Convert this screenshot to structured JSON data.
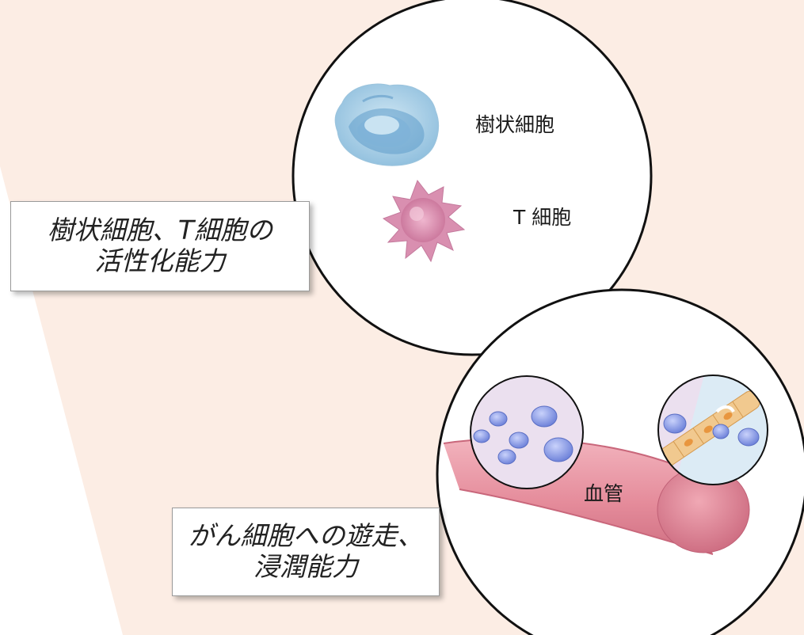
{
  "colors": {
    "background_band": "#fcede4",
    "circle_stroke": "#111111",
    "dendritic_cell": "#a9cfe6",
    "t_cell": "#d98fb0",
    "vessel": "#e48b9a",
    "inset_purple": "#ebe0ef",
    "inset_blue": "#dcebf5",
    "lymphocyte": "#8d9fe6"
  },
  "icons": {
    "dendritic_cell": "dendritic-cell-icon",
    "t_cell": "t-cell-icon",
    "blood_vessel": "blood-vessel-icon",
    "inset_left": "lymphocytes-in-vessel-icon",
    "inset_right": "lymphocytes-crossing-vessel-wall-icon"
  },
  "callouts": {
    "activation": {
      "line1": "樹状細胞、T細胞の",
      "line2": "活性化能力"
    },
    "migration": {
      "line1": "がん細胞への遊走、",
      "line2": "浸潤能力"
    }
  },
  "labels": {
    "dendritic_cell": "樹状細胞",
    "t_cell": "T 細胞",
    "blood_vessel": "血管"
  }
}
